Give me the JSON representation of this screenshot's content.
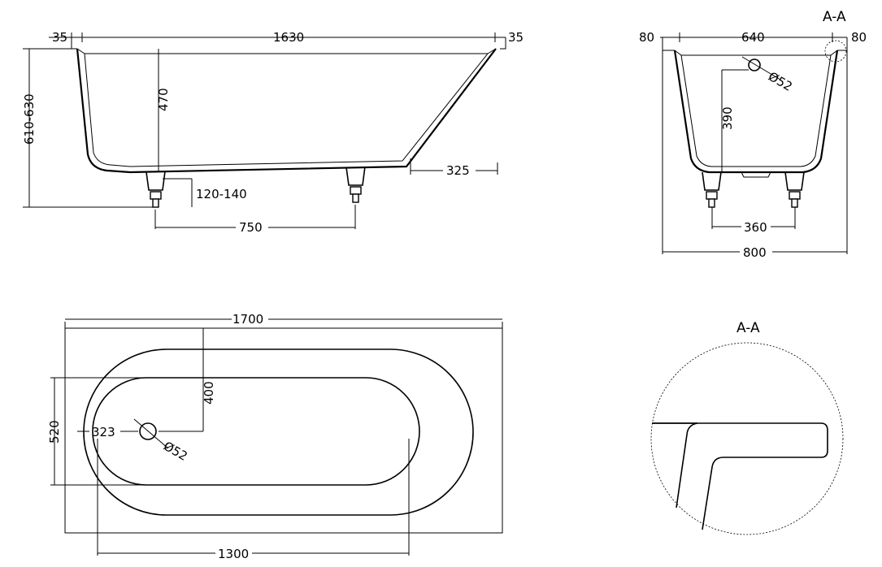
{
  "side_view": {
    "dim_lip_left": "35",
    "dim_inner_length": "1630",
    "dim_lip_right": "35",
    "dim_depth": "470",
    "dim_total_height": "610-630",
    "dim_leg_height": "120-140",
    "dim_leg_spacing": "750",
    "dim_slope_base": "325"
  },
  "end_view": {
    "section_label": "A-A",
    "dim_lip_left": "80",
    "dim_inner_width": "640",
    "dim_lip_right": "80",
    "dim_drain_height": "390",
    "dim_drain_diameter": "Ø52",
    "dim_leg_spacing": "360",
    "dim_total_width": "800"
  },
  "top_view": {
    "dim_total_length": "1700",
    "dim_drain_from_top": "400",
    "dim_inner_width": "520",
    "dim_drain_offset": "323",
    "dim_drain_diameter": "Ø52",
    "dim_inner_length": "1300"
  },
  "detail_view": {
    "section_label": "A-A"
  }
}
